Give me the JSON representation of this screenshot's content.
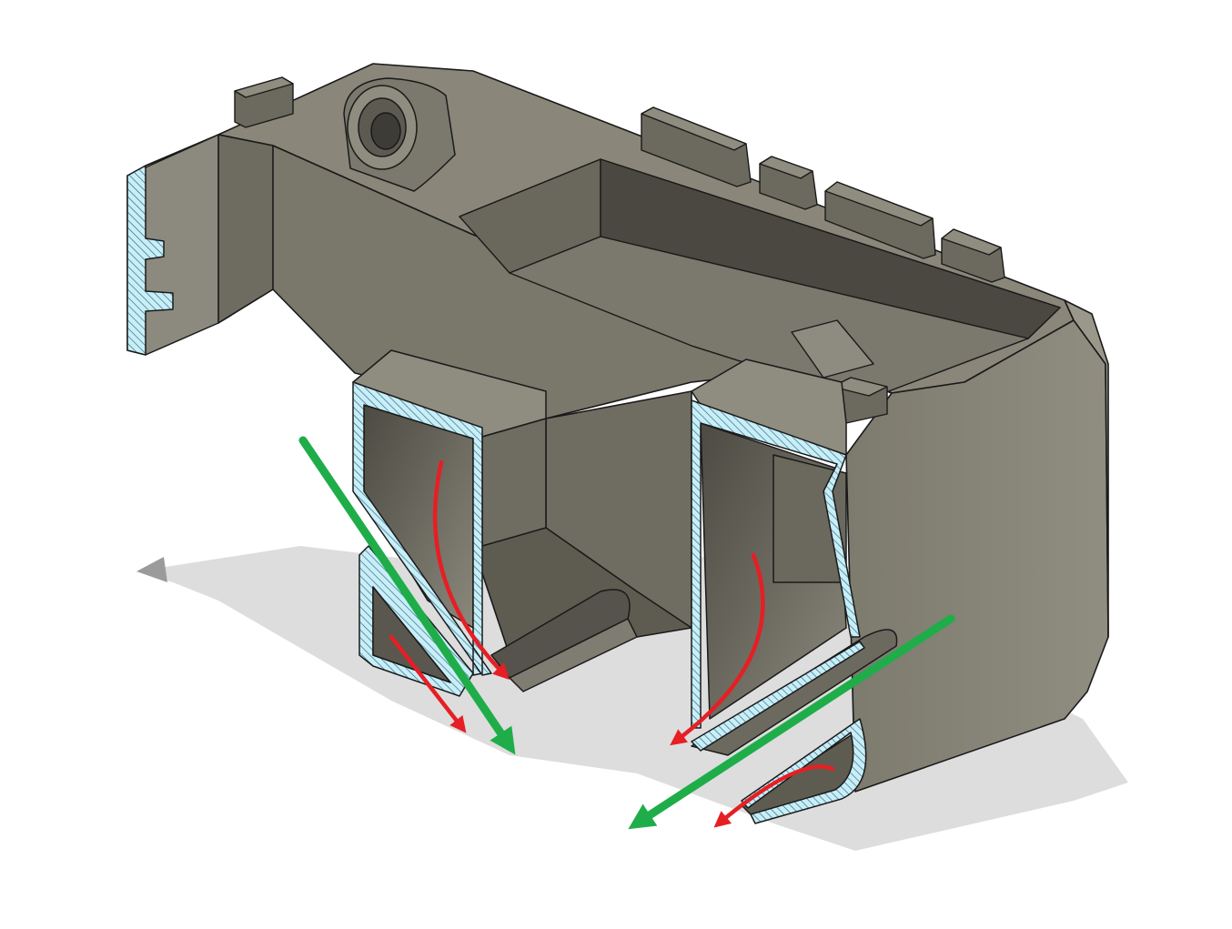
{
  "diagram": {
    "subject": "cutaway-duct-housing",
    "colors": {
      "background": "#ffffff",
      "body_top": "#8a8679",
      "body_front": "#7a776b",
      "body_side": "#8c8a7e",
      "body_dark": "#5e5b51",
      "body_interior": "#6b685e",
      "outline": "#1a1a1a",
      "section_fill": "#c9eef7",
      "section_hatch": "#2d6f86",
      "shadow": "#d7d7d7",
      "flow_main": "#1fad4a",
      "flow_secondary": "#e51f24"
    },
    "legend": {
      "main_flow": "flow-main-arrow",
      "secondary_flow": "flow-secondary-arrow"
    }
  }
}
